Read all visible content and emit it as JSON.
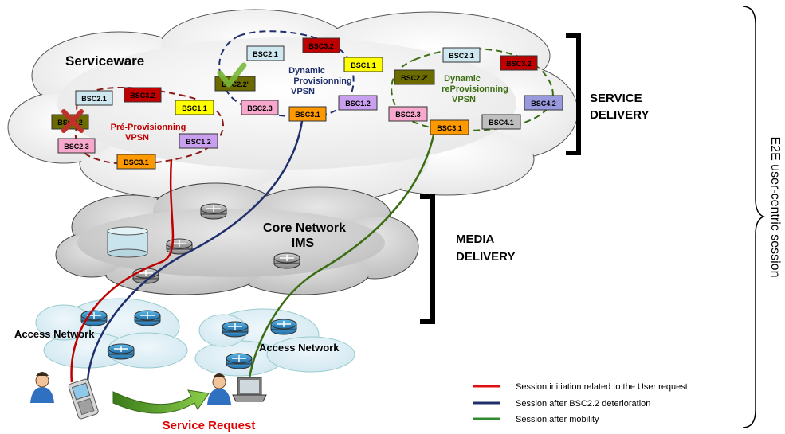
{
  "serviceware": {
    "title": "Serviceware"
  },
  "core": {
    "title": "Core Network",
    "subtitle": "IMS"
  },
  "access": {
    "left": "Access Network",
    "right": "Access Network"
  },
  "pre_provisioning": {
    "line1": "Pré-Provisionning",
    "line2": "VPSN"
  },
  "dynamic_provisioning": {
    "line1": "Dynamic",
    "line2": "Provisionning",
    "line3": "VPSN"
  },
  "dynamic_reprovisioning": {
    "line1": "Dynamic",
    "line2": "reProvisionning",
    "line3": "VPSN"
  },
  "brackets": {
    "service_delivery": {
      "line1": "SERVICE",
      "line2": "DELIVERY"
    },
    "media_delivery": {
      "line1": "MEDIA",
      "line2": "DELIVERY"
    },
    "e2e": "E2E user-centric session"
  },
  "service_request": "Service Request",
  "bsc_boxes": {
    "pre": [
      "BSC2.1",
      "BSC3.2",
      "BSC1.1",
      "BSC2.2",
      "BSC1.2",
      "BSC2.3",
      "BSC3.1"
    ],
    "dyn": [
      "BSC2.1",
      "BSC3.2",
      "BSC1.1",
      "BSC2.2'",
      "BSC2.3",
      "BSC3.1",
      "BSC1.2"
    ],
    "redyn": [
      "BSC2.1",
      "BSC3.2",
      "BSC2.2'",
      "BSC4.2",
      "BSC2.3",
      "BSC3.1",
      "BSC4.1"
    ]
  },
  "colors": {
    "red": "#c00000",
    "navy": "#1f2f6b",
    "green": "#4a7a1e",
    "bsc_blue": "#cfe7ef",
    "bsc_red": "#c00000",
    "bsc_yellow": "#ffff00",
    "bsc_olive": "#6b6b00",
    "bsc_purple": "#c9a0f0",
    "bsc_pink": "#f7a8cc",
    "bsc_orange": "#ff9900",
    "bsc_lavender": "#9999dd",
    "bsc_gray": "#bfbfbf"
  },
  "legend": [
    {
      "color": "#e01010",
      "text": "Session initiation related to the  User request"
    },
    {
      "color": "#1f2f6b",
      "text": "Session after BSC2.2  deterioration"
    },
    {
      "color": "#2e8b2e",
      "text": "Session after mobility"
    }
  ]
}
